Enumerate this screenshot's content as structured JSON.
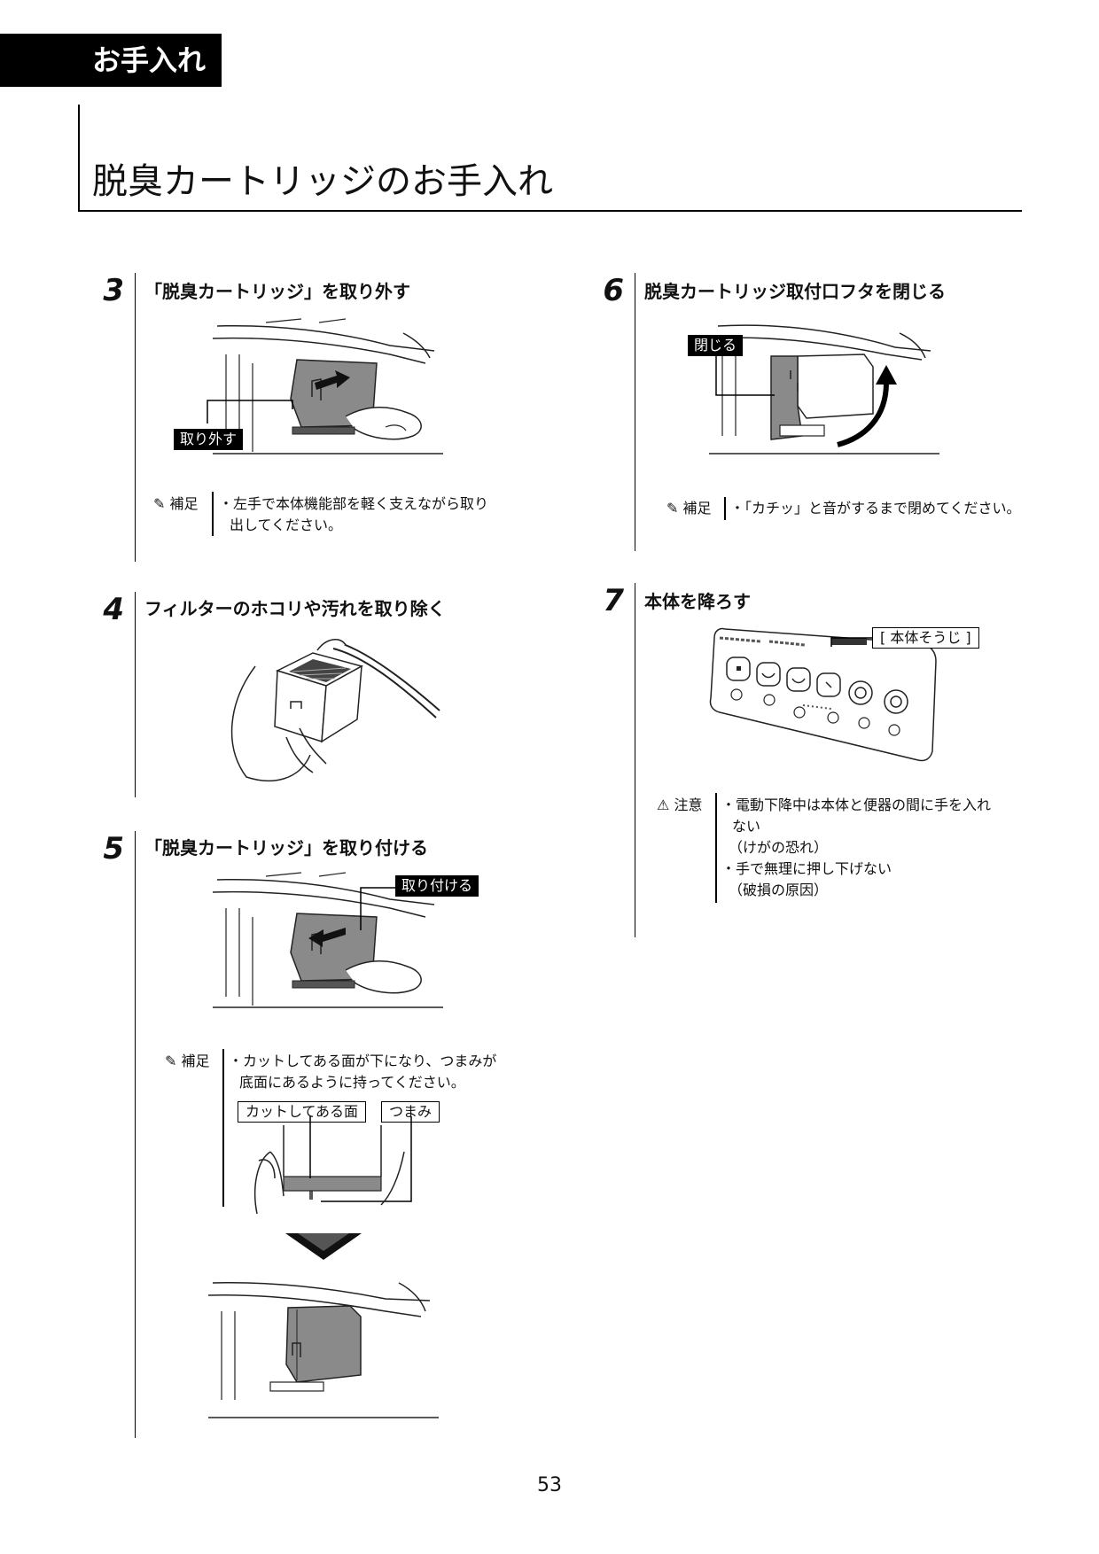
{
  "header": {
    "section_tab": "お手入れ",
    "page_title": "脱臭カートリッジのお手入れ"
  },
  "steps": {
    "s3": {
      "number": "3",
      "heading": "「脱臭カートリッジ」を取り外す",
      "callout": "取り外す",
      "note_label": "補足",
      "note": [
        "・左手で本体機能部を軽く支えながら取り",
        "出してください。"
      ]
    },
    "s4": {
      "number": "4",
      "heading": "フィルターのホコリや汚れを取り除く"
    },
    "s5": {
      "number": "5",
      "heading": "「脱臭カートリッジ」を取り付ける",
      "callout": "取り付ける",
      "note_label": "補足",
      "note": [
        "・カットしてある面が下になり、つまみが",
        "底面にあるように持ってください。"
      ],
      "label_cut_face": "カットしてある面",
      "label_knob": "つまみ"
    },
    "s6": {
      "number": "6",
      "heading": "脱臭カートリッジ取付口フタを閉じる",
      "callout": "閉じる",
      "note_label": "補足",
      "note": [
        "・「カチッ」と音がするまで閉めてください。"
      ]
    },
    "s7": {
      "number": "7",
      "heading": "本体を降ろす",
      "callout": "[ 本体そうじ ]",
      "caution_label": "注意",
      "caution": [
        "・電動下降中は本体と便器の間に手を入れ",
        "ない",
        "（けがの恐れ）",
        "・手で無理に押し下げない",
        "（破損の原因）"
      ]
    }
  },
  "page_number": "53",
  "icons": {
    "note": "pencil-icon",
    "caution": "warning-triangle-icon"
  }
}
